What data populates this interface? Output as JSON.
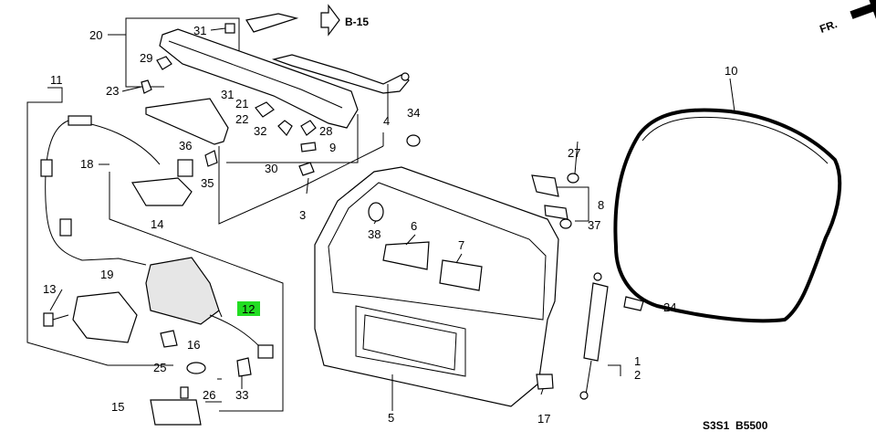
{
  "diagram": {
    "part_numbers": [
      "1",
      "2",
      "3",
      "4",
      "5",
      "6",
      "7",
      "8",
      "9",
      "10",
      "11",
      "12",
      "13",
      "14",
      "15",
      "16",
      "17",
      "18",
      "19",
      "20",
      "21",
      "22",
      "23",
      "24",
      "25",
      "26",
      "27",
      "28",
      "29",
      "30",
      "31",
      "31",
      "32",
      "33",
      "34",
      "35",
      "36",
      "37",
      "38"
    ],
    "highlighted_part": "12",
    "highlight_color": "#22dd22",
    "reference_label": "B-15",
    "direction_label": "FR.",
    "footer_code": "S3S1  B5500"
  }
}
